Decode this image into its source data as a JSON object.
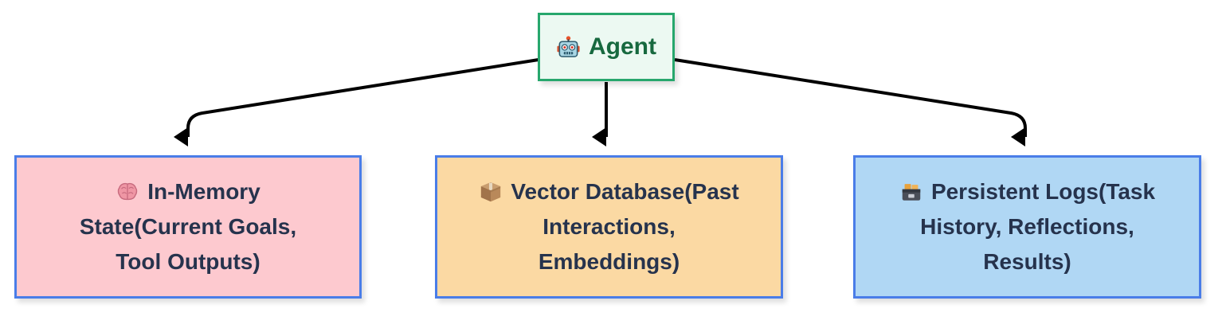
{
  "diagram": {
    "type": "flowchart-top-down",
    "background_color": "#ffffff",
    "edge_color": "#000000"
  },
  "nodes": {
    "agent": {
      "label": "Agent",
      "icon_char": "🤖",
      "icon_name": "robot-icon",
      "colors": {
        "fill": "#ecf9f2",
        "border": "#27a76d",
        "text": "#17693f"
      }
    },
    "memory": {
      "label": "In-Memory State(Current Goals, Tool Outputs)",
      "icon_char": "🧠",
      "icon_name": "brain-icon",
      "lines": [
        "In-Memory",
        "State(Current Goals,",
        "Tool Outputs)"
      ],
      "colors": {
        "fill": "#fdc9cf",
        "border": "#4a7de8",
        "text": "#26334d"
      }
    },
    "vectordb": {
      "label": "Vector Database(Past Interactions, Embeddings)",
      "icon_char": "📦",
      "icon_name": "package-icon",
      "lines": [
        "Vector Database(Past",
        "Interactions,",
        "Embeddings)"
      ],
      "colors": {
        "fill": "#fbd9a3",
        "border": "#4a7de8",
        "text": "#26334d"
      }
    },
    "logs": {
      "label": "Persistent Logs(Task History, Reflections, Results)",
      "icon_char": "🗃️",
      "icon_name": "card-file-box-icon",
      "lines": [
        "Persistent Logs(Task",
        "History, Reflections,",
        "Results)"
      ],
      "colors": {
        "fill": "#b0d7f4",
        "border": "#4a7de8",
        "text": "#26334d"
      }
    }
  },
  "edges": [
    {
      "from": "Agent",
      "to": "In-Memory State(Current Goals, Tool Outputs)"
    },
    {
      "from": "Agent",
      "to": "Vector Database(Past Interactions, Embeddings)"
    },
    {
      "from": "Agent",
      "to": "Persistent Logs(Task History, Reflections, Results)"
    }
  ]
}
